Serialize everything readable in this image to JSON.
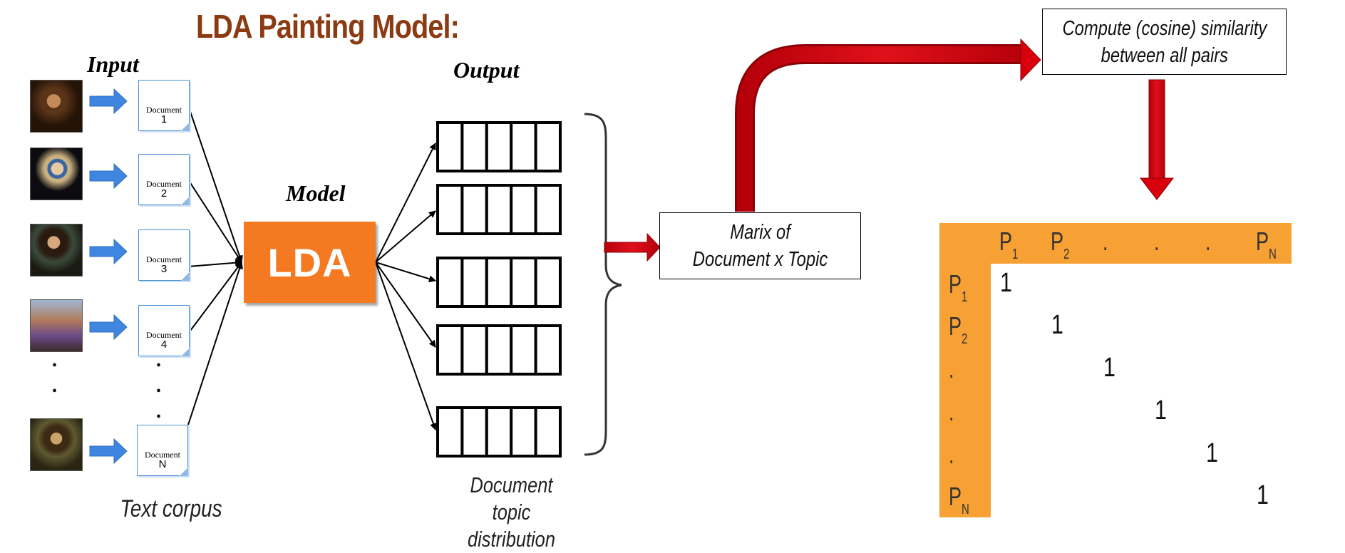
{
  "title": "LDA Painting Model:",
  "input_label": "Input",
  "model_label": "Model",
  "output_label": "Output",
  "lda_label": "LDA",
  "documents": [
    {
      "word": "Document",
      "num": "1"
    },
    {
      "word": "Document",
      "num": "2"
    },
    {
      "word": "Document",
      "num": "3"
    },
    {
      "word": "Document",
      "num": "4"
    },
    {
      "word": "Document",
      "num": "N"
    }
  ],
  "corpus_caption": "Text corpus",
  "distribution_caption": [
    "Document topic",
    "distribution"
  ],
  "matrix_box": [
    "Marix of",
    "Document x Topic"
  ],
  "similarity_box": [
    "Compute (cosine) similarity",
    "between all pairs"
  ],
  "similarity_matrix": {
    "column_headers": [
      {
        "main": "P",
        "sub": "1"
      },
      {
        "main": "P",
        "sub": "2"
      },
      {
        "main": ".",
        "sub": ""
      },
      {
        "main": ".",
        "sub": ""
      },
      {
        "main": ".",
        "sub": ""
      },
      {
        "main": "P",
        "sub": "N"
      }
    ],
    "row_headers": [
      {
        "main": "P",
        "sub": "1"
      },
      {
        "main": "P",
        "sub": "2"
      },
      {
        "main": ".",
        "sub": ""
      },
      {
        "main": ".",
        "sub": ""
      },
      {
        "main": ".",
        "sub": ""
      },
      {
        "main": "P",
        "sub": "N"
      }
    ],
    "diagonal": [
      "1",
      "1",
      "1",
      "1",
      "1",
      "1"
    ]
  },
  "colors": {
    "title": "#8b3a12",
    "lda_box": "#f47920",
    "matrix_header": "#f7a034",
    "red_arrow": "#c8000a",
    "blue_arrow": "#3f86e0",
    "doc_border": "#4a8fd6"
  }
}
